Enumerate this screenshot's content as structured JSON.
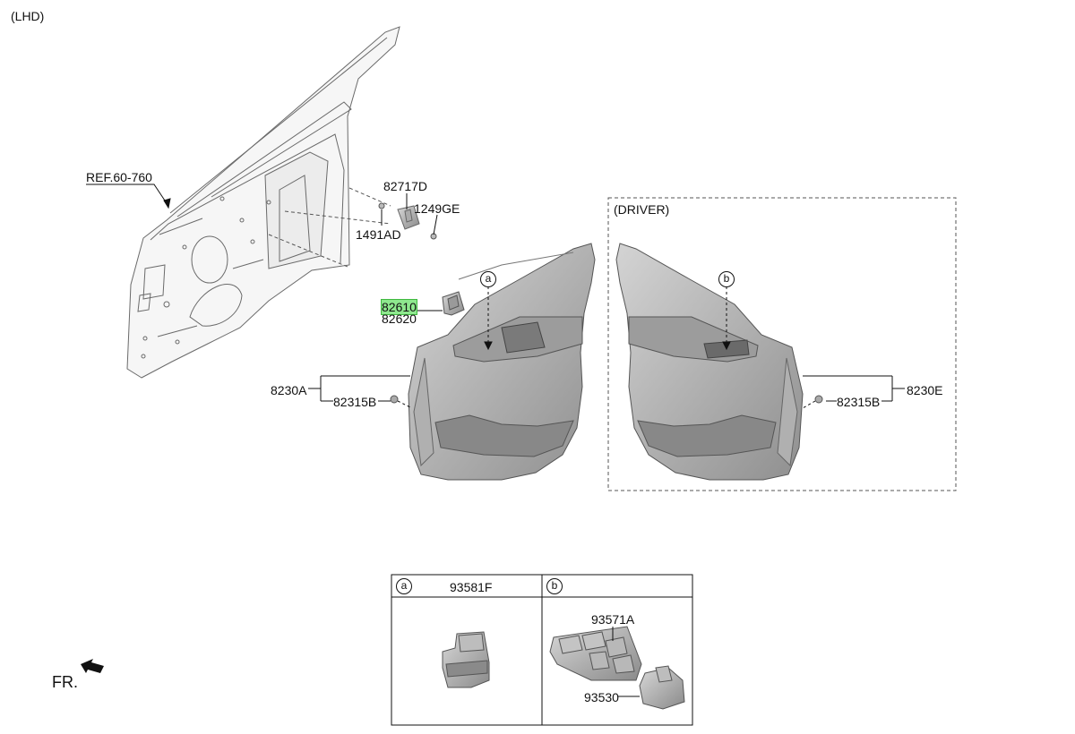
{
  "header": {
    "variant": "(LHD)"
  },
  "references": {
    "door_ref": "REF.60-760"
  },
  "driver_box": {
    "title": "(DRIVER)"
  },
  "callouts": {
    "a": "a",
    "b": "b"
  },
  "parts": {
    "p82717D": "82717D",
    "p1249GE": "1249GE",
    "p1491AD": "1491AD",
    "p82610": "82610",
    "p82620": "82620",
    "p8230A": "8230A",
    "p82315B_left": "82315B",
    "p82315B_right": "82315B",
    "p8230E": "8230E"
  },
  "table": {
    "cell_a": {
      "circle": "a",
      "part": "93581F"
    },
    "cell_b": {
      "circle": "b",
      "parts": [
        "93571A",
        "93530"
      ]
    }
  },
  "direction": {
    "label": "FR."
  },
  "highlight_color": "#8ee88e"
}
